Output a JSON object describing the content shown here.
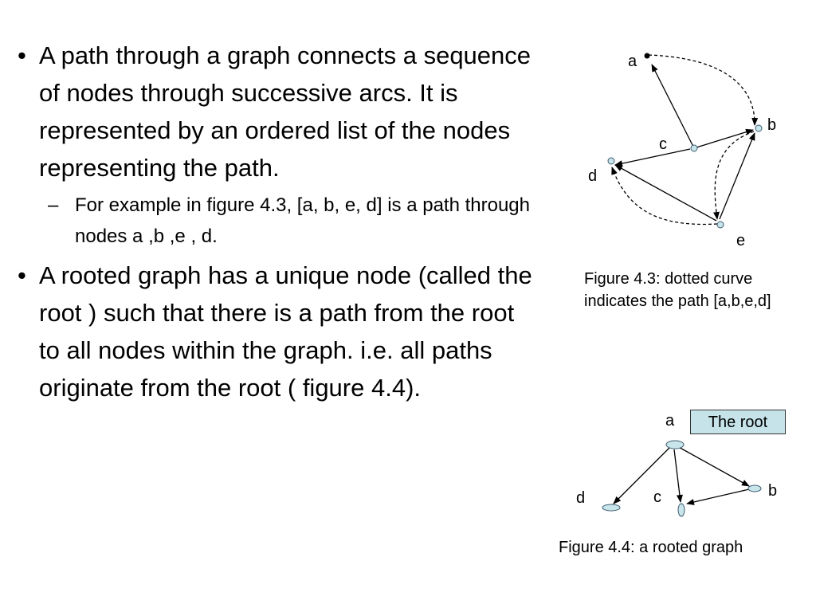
{
  "bullets": [
    {
      "marker": "•",
      "text": "A path through a graph connects a sequence of nodes through successive arcs.  It is represented by an ordered list of the nodes representing the path.",
      "sub": {
        "marker": "–",
        "text": "For  example in figure 4.3,  [a, b, e, d] is a path through nodes a ,b ,e , d."
      }
    },
    {
      "marker": "•",
      "text": "A rooted graph has a unique node (called the root ) such that there is a path from the root to all nodes within the graph. i.e. all paths originate from the root ( figure 4.4)."
    }
  ],
  "figure_4_3": {
    "nodes": {
      "a": "a",
      "b": "b",
      "c": "c",
      "d": "d",
      "e": "e"
    },
    "edges": [
      [
        "c",
        "a"
      ],
      [
        "c",
        "b"
      ],
      [
        "c",
        "d"
      ],
      [
        "e",
        "d"
      ],
      [
        "e",
        "b"
      ]
    ],
    "highlighted_path": [
      "a",
      "b",
      "e",
      "d"
    ],
    "caption": "Figure 4.3: dotted curve indicates the path [a,b,e,d]"
  },
  "figure_4_4": {
    "nodes": {
      "a": "a",
      "b": "b",
      "c": "c",
      "d": "d"
    },
    "edges": [
      [
        "a",
        "b"
      ],
      [
        "a",
        "c"
      ],
      [
        "a",
        "d"
      ],
      [
        "b",
        "c"
      ]
    ],
    "root_label": "The root",
    "caption": "Figure 4.4: a rooted graph"
  },
  "colors": {
    "node_fill": "#c8e6ea",
    "node_stroke": "#3a5a70",
    "root_box_fill": "#c5e3e8"
  }
}
